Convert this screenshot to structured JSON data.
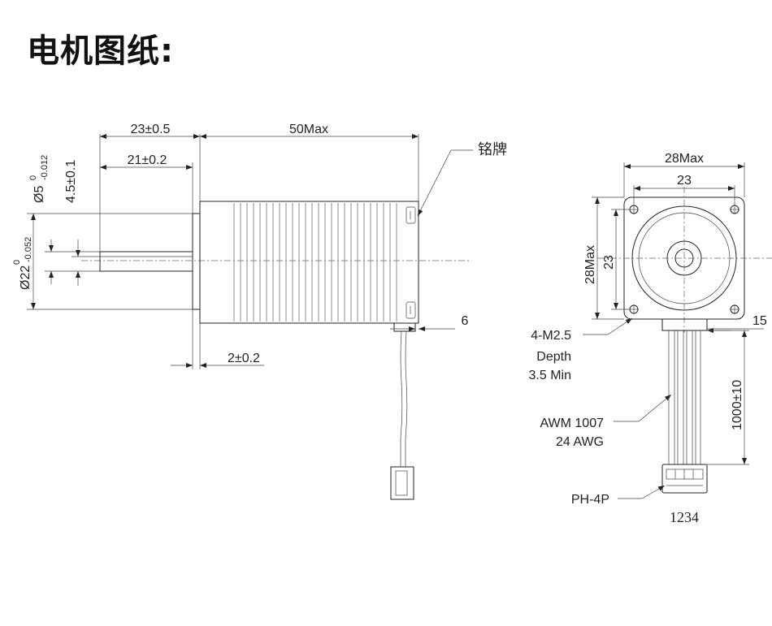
{
  "title": "电机图纸:",
  "side_view": {
    "dim_shaft_len": "23±0.5",
    "dim_body_len": "50Max",
    "dim_shaft_flat": "21±0.2",
    "dim_shaft_dia": "Ø5",
    "dim_shaft_dia_tol_upper": "0",
    "dim_shaft_dia_tol_lower": "-0.012",
    "dim_flat_depth": "4.5±0.1",
    "dim_boss_dia": "Ø22",
    "dim_boss_tol_upper": "0",
    "dim_boss_tol_lower": "-0.052",
    "dim_boss_len": "2±0.2",
    "dim_cable_offset": "6",
    "nameplate_label": "铭牌"
  },
  "front_view": {
    "dim_width_max": "28Max",
    "dim_hole_pitch_h": "23",
    "dim_height_max": "28Max",
    "dim_hole_pitch_v": "23",
    "dim_cable_exit": "15",
    "dim_cable_len": "1000±10",
    "holes_label": [
      "4-M2.5",
      "Depth",
      "3.5 Min"
    ],
    "wire_label": [
      "AWM 1007",
      "24 AWG"
    ],
    "connector_label": "PH-4P",
    "pin_numbers": "1234"
  }
}
